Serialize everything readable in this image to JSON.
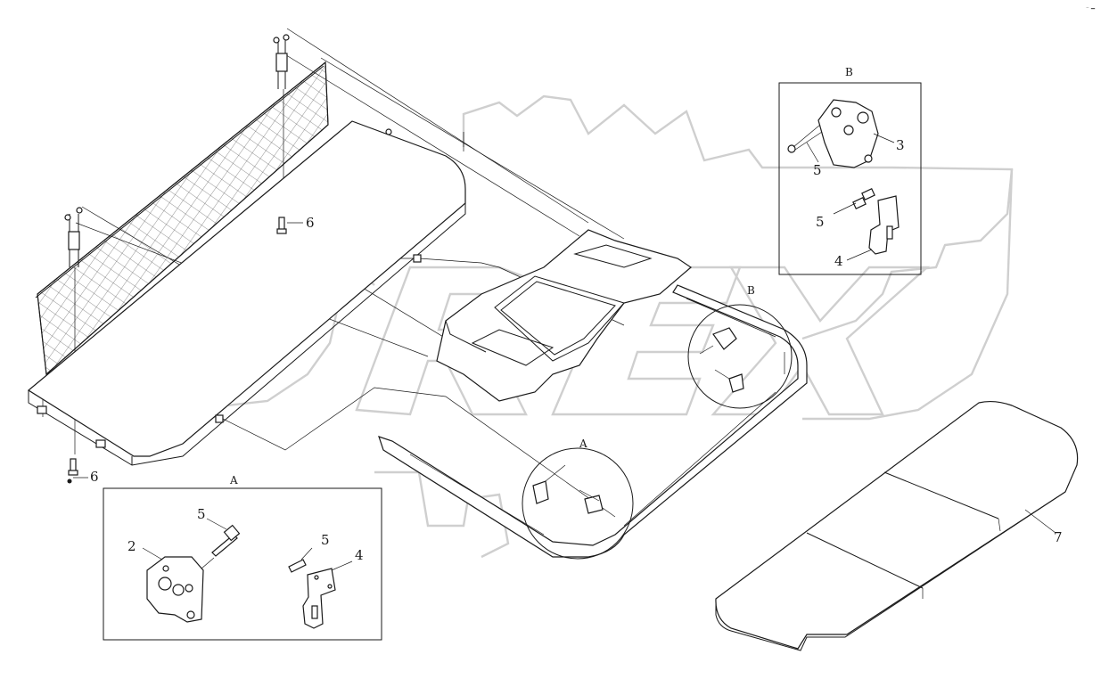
{
  "callouts": {
    "p2": "2",
    "p3": "3",
    "p4_detail_a": "4",
    "p4_detail_b": "4",
    "p5_detail_a_top": "5",
    "p5_detail_a_mid": "5",
    "p5_detail_b_top": "5",
    "p5_detail_b_mid": "5",
    "p6_upper": "6",
    "p6_lower": "6",
    "p7": "7"
  },
  "detail_labels": {
    "detail_a_box": "A",
    "detail_b_box": "B",
    "detail_a_circle": "A",
    "detail_b_circle": "B"
  },
  "watermark": {
    "text": "OREX"
  },
  "corner_mark": "⁻ ━"
}
